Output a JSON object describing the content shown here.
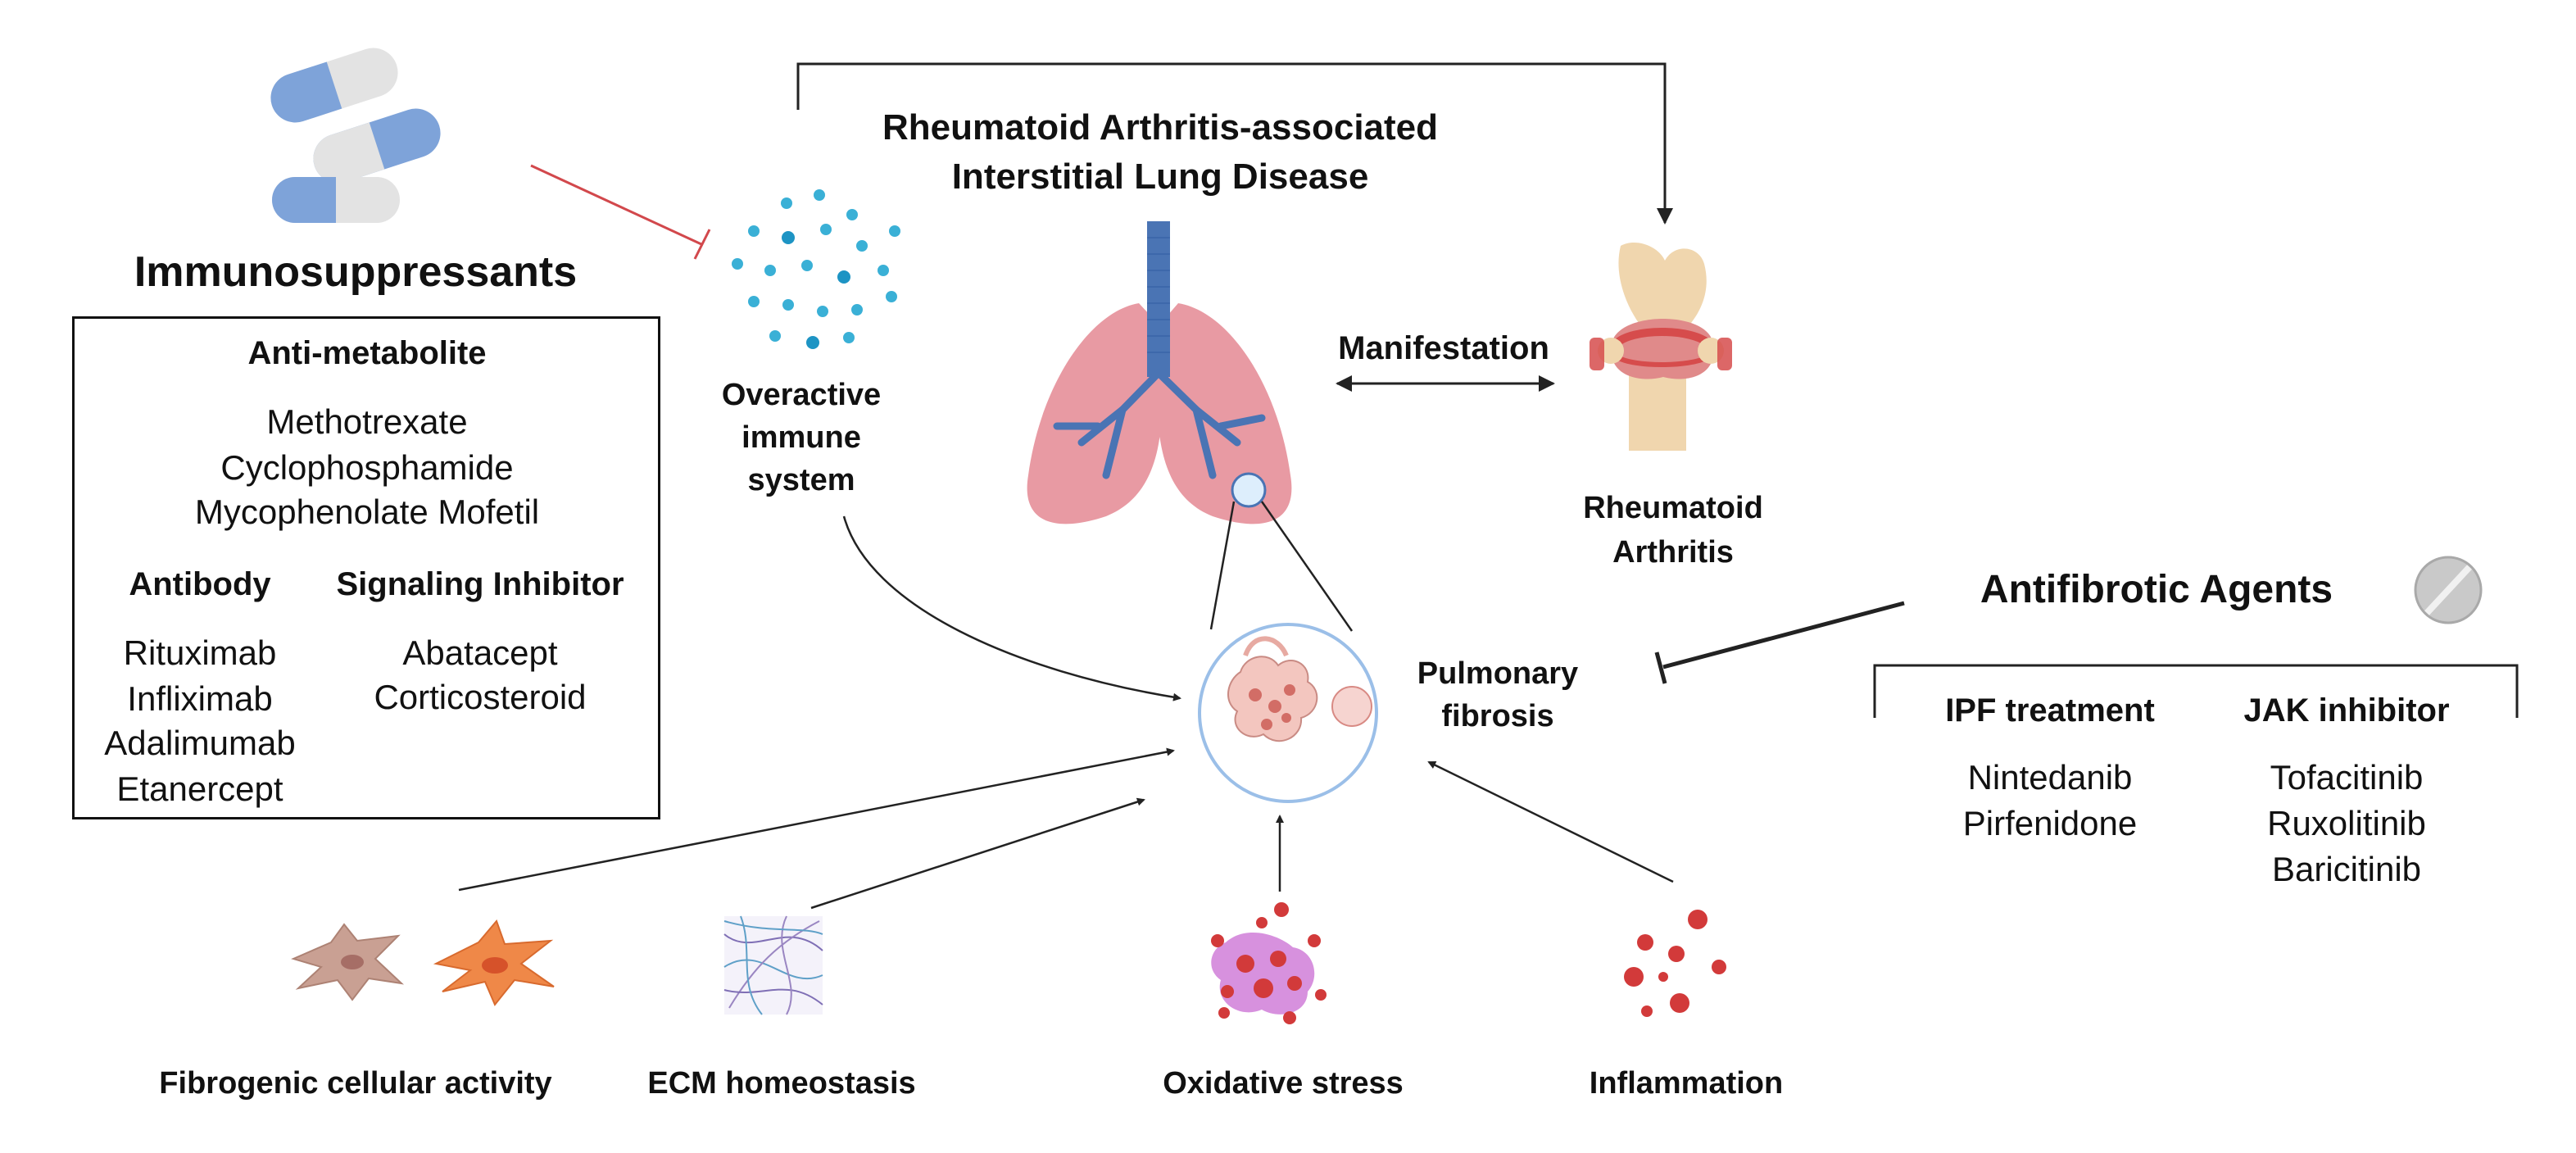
{
  "title": {
    "line1": "Rheumatoid Arthritis-associated",
    "line2": "Interstitial Lung Disease"
  },
  "immunosuppressants": {
    "heading": "Immunosuppressants",
    "antimetabolite": {
      "heading": "Anti-metabolite",
      "drugs": [
        "Methotrexate",
        "Cyclophosphamide",
        "Mycophenolate Mofetil"
      ]
    },
    "antibody": {
      "heading": "Antibody",
      "drugs": [
        "Rituximab",
        "Infliximab",
        "Adalimumab",
        "Etanercept"
      ]
    },
    "signaling_inhibitor": {
      "heading": "Signaling Inhibitor",
      "drugs": [
        "Abatacept",
        "Corticosteroid"
      ]
    }
  },
  "overactive_immune": [
    "Overactive",
    "immune",
    "system"
  ],
  "manifestation": "Manifestation",
  "rheumatoid_arthritis": [
    "Rheumatoid",
    "Arthritis"
  ],
  "pulmonary_fibrosis": [
    "Pulmonary",
    "fibrosis"
  ],
  "antifibrotic": {
    "heading": "Antifibrotic Agents",
    "ipf": {
      "heading": "IPF treatment",
      "drugs": [
        "Nintedanib",
        "Pirfenidone"
      ]
    },
    "jak": {
      "heading": "JAK inhibitor",
      "drugs": [
        "Tofacitinib",
        "Ruxolitinib",
        "Baricitinib"
      ]
    }
  },
  "factors": {
    "fibrogenic": "Fibrogenic cellular activity",
    "ecm": "ECM homeostasis",
    "oxidative": "Oxidative stress",
    "inflammation": "Inflammation"
  },
  "colors": {
    "capsule_blue": "#7ea3d9",
    "capsule_white": "#e3e3e3",
    "immune_dots": "#3ab0d6",
    "lung": "#e89aa3",
    "airway": "#4a74b4",
    "inhibit_red": "#d2484c",
    "joint_red": "#d64c4c",
    "bone": "#f0d6ae",
    "cell_pink": "#c9a093",
    "cell_orange": "#ef8848",
    "ros_purple": "#d791de",
    "ros_red": "#d23a3a",
    "arrow": "#222222"
  },
  "icons": [
    "capsule-icon",
    "immune-cells-icon",
    "lungs-icon",
    "knee-joint-icon",
    "alveoli-magnifier-icon",
    "tablet-icon",
    "fibroblast-icon",
    "ecm-fiber-icon",
    "ros-cell-icon",
    "inflammation-particles-icon"
  ]
}
